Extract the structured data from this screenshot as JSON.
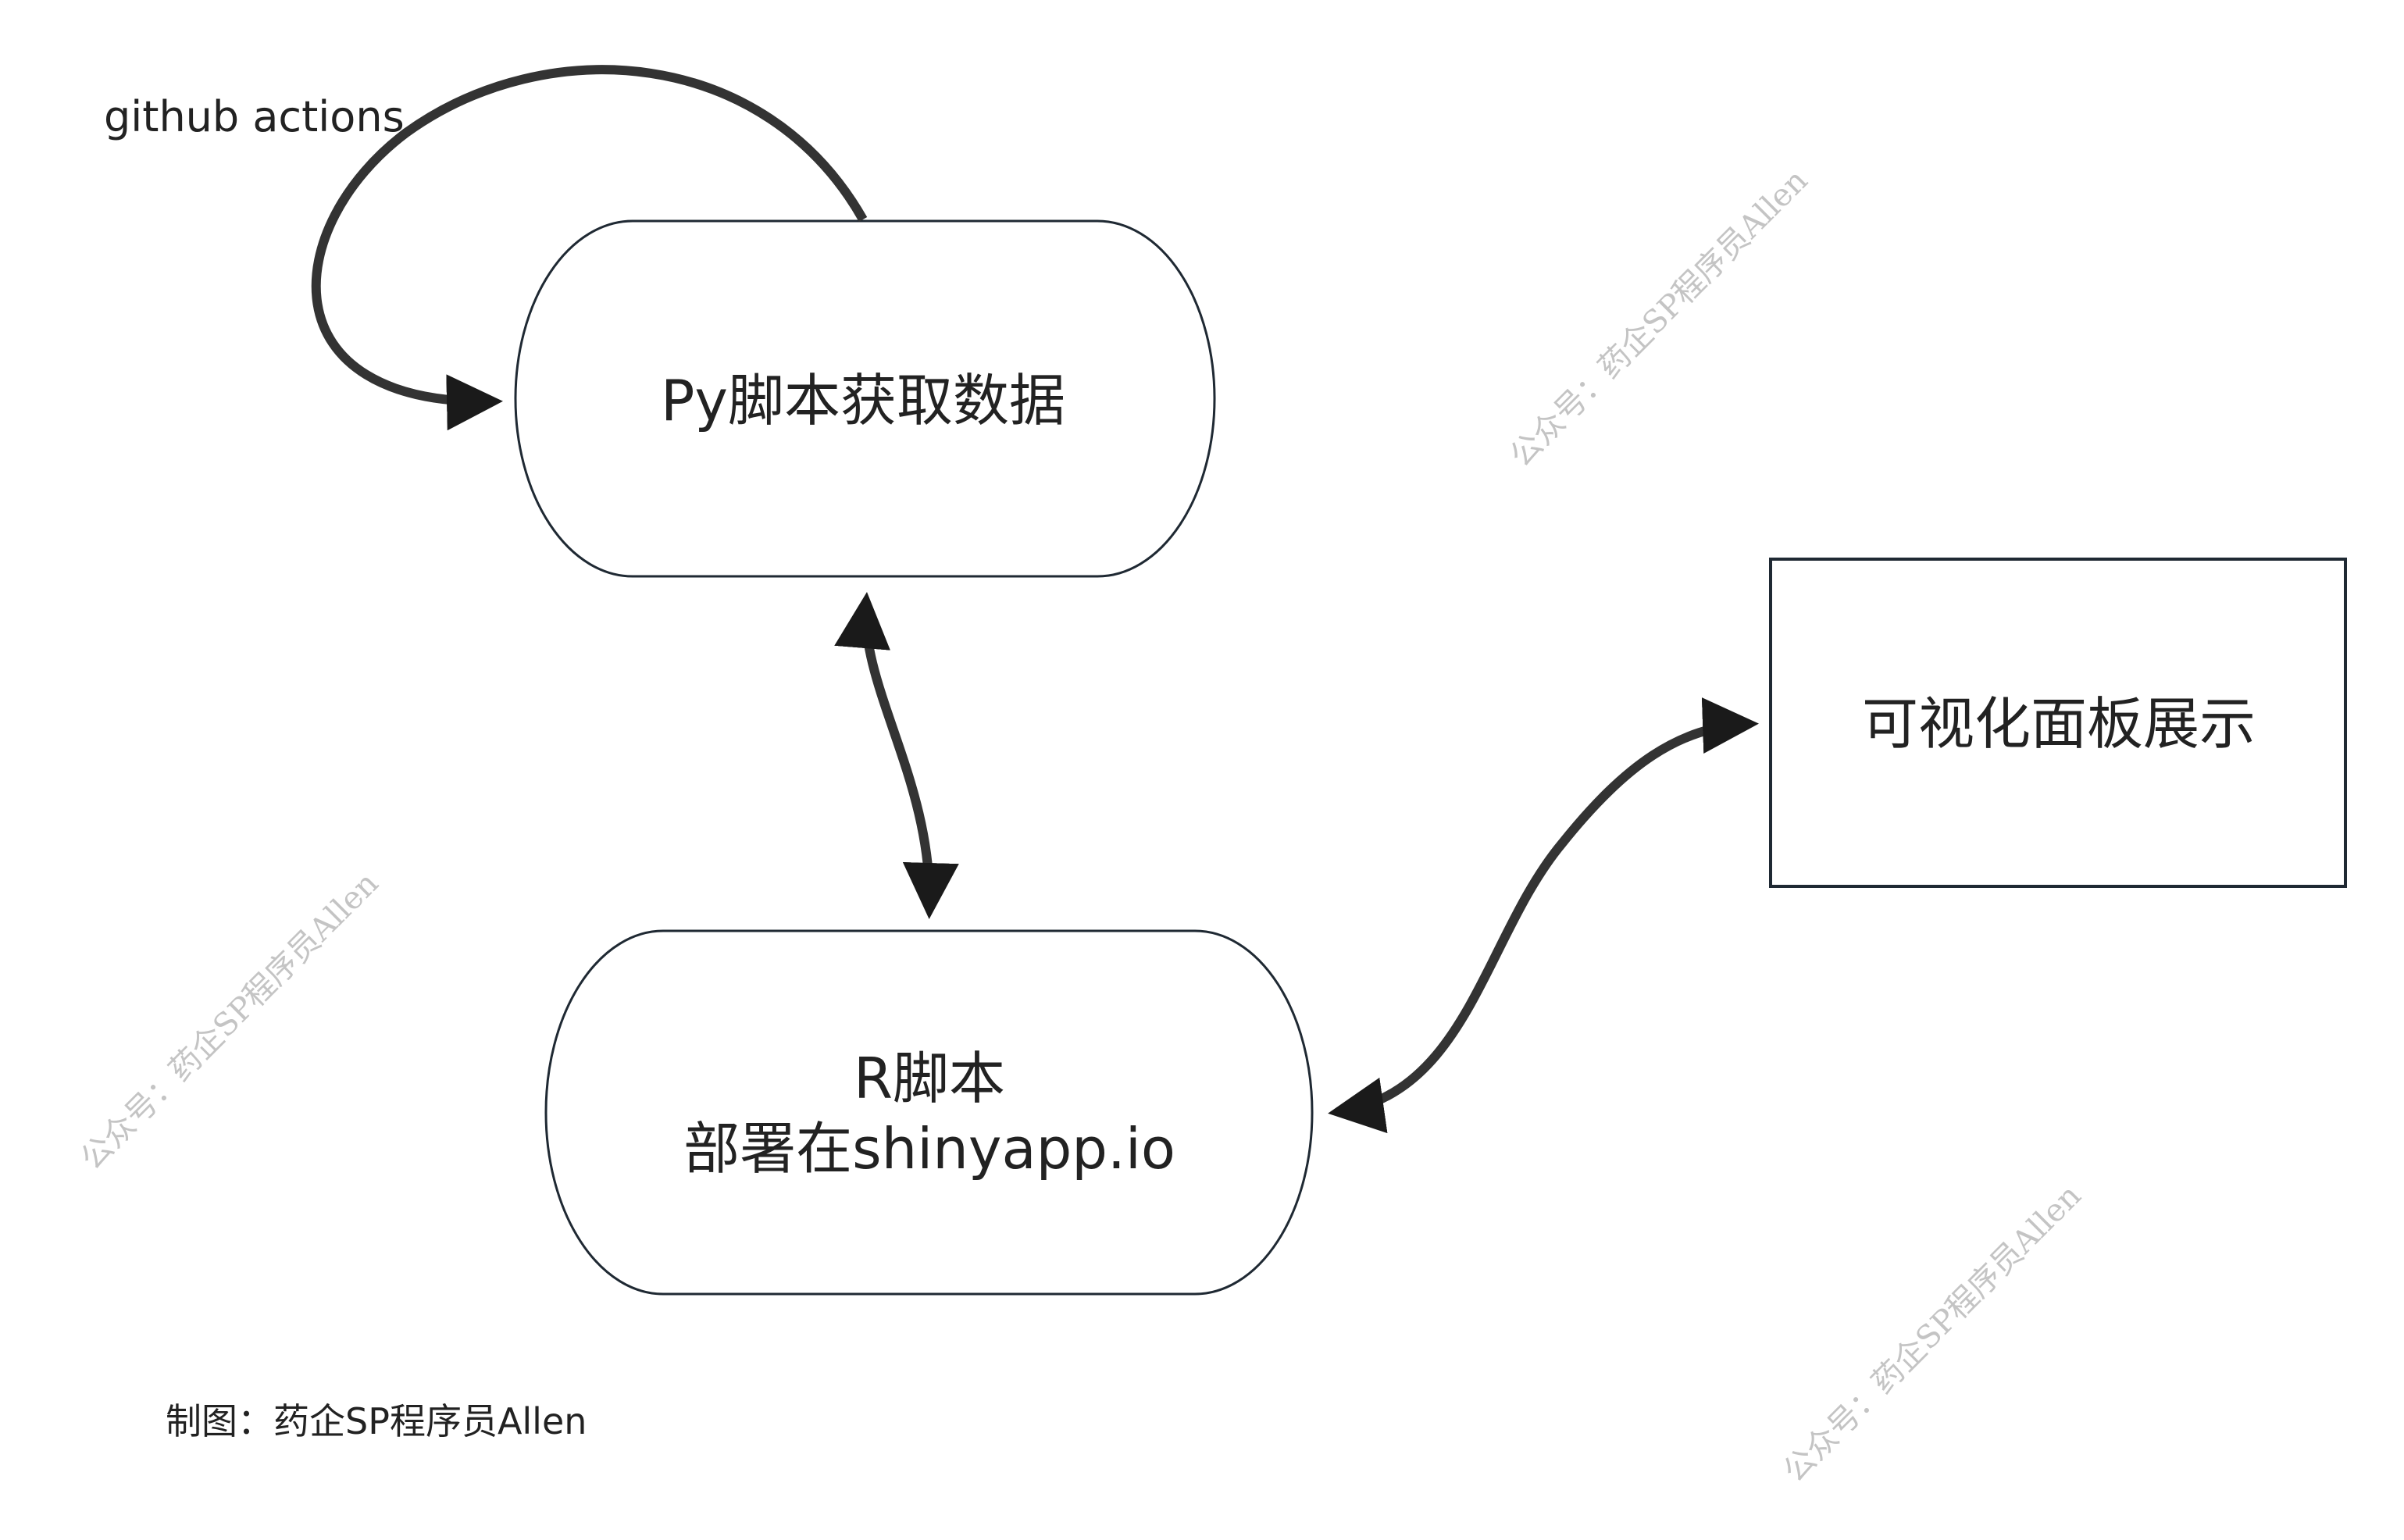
{
  "diagram": {
    "loop_label": "github actions",
    "nodes": {
      "py_script": "Py脚本获取数据",
      "r_script_line1": "R脚本",
      "r_script_line2": "部署在shinyapp.io",
      "dashboard": "可视化面板展示"
    },
    "footer": "制图：药企SP程序员Allen",
    "watermark": "公众号：药企SP程序员Allen"
  }
}
